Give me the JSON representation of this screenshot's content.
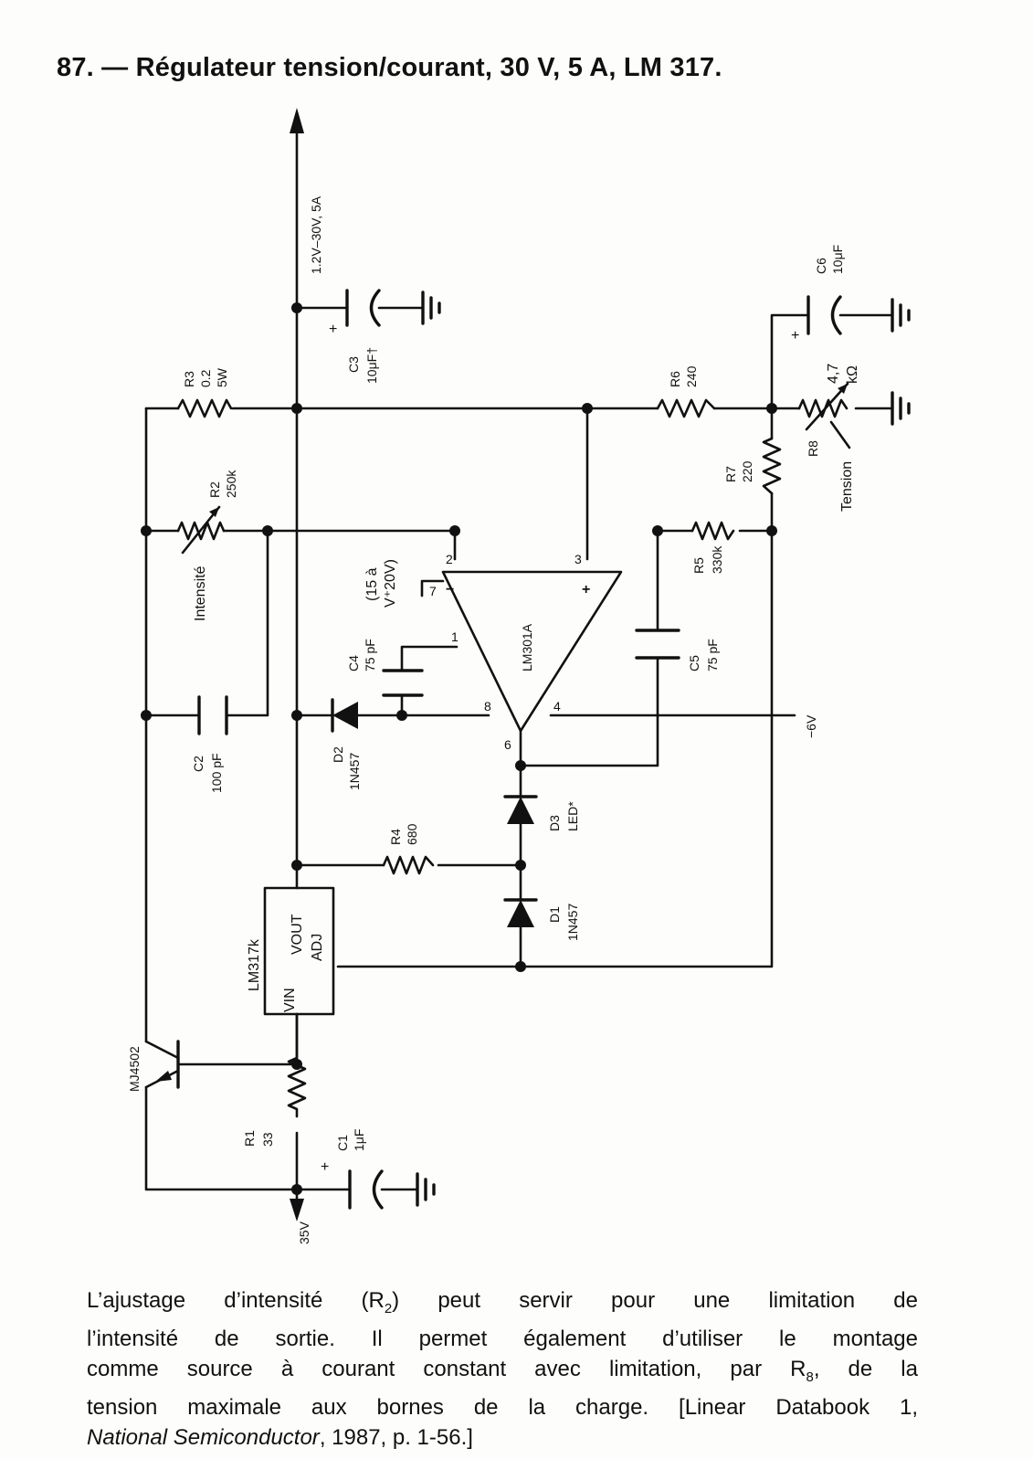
{
  "header": {
    "title": "87. — Régulateur tension/courant, 30 V, 5 A, LM 317."
  },
  "labels": {
    "output": "1.2V–30V, 5A",
    "input": "35V",
    "neg_supply": "−6V",
    "intensite": "Intensité",
    "tension": "Tension",
    "v_plus_a": "(15 à",
    "v_plus_b": "V⁺20V)"
  },
  "components": {
    "R1": {
      "ref": "R1",
      "value": "33"
    },
    "R2": {
      "ref": "R2",
      "value": "250k"
    },
    "R3": {
      "ref": "R3",
      "value": "0.2",
      "value2": "5W"
    },
    "R4": {
      "ref": "R4",
      "value": "680"
    },
    "R5": {
      "ref": "R5",
      "value": "330k"
    },
    "R6": {
      "ref": "R6",
      "value": "240"
    },
    "R7": {
      "ref": "R7",
      "value": "220"
    },
    "R8": {
      "ref": "R8",
      "value": "4,7",
      "value2": "kΩ"
    },
    "C1": {
      "ref": "C1",
      "value": "1μF",
      "pol": "+"
    },
    "C2": {
      "ref": "C2",
      "value": "100 pF"
    },
    "C3": {
      "ref": "C3",
      "value": "10μF†",
      "pol": "+"
    },
    "C4": {
      "ref": "C4",
      "value": "75 pF"
    },
    "C5": {
      "ref": "C5",
      "value": "75 pF"
    },
    "C6": {
      "ref": "C6",
      "value": "10μF",
      "pol": "+"
    },
    "D1": {
      "ref": "D1",
      "value": "1N457"
    },
    "D2": {
      "ref": "D2",
      "value": "1N457"
    },
    "D3": {
      "ref": "D3",
      "value": "LED*"
    },
    "Q1": {
      "value": "MJ4502"
    },
    "U1": {
      "value": "LM317k",
      "vin": "VIN",
      "vout": "VOUT",
      "adj": "ADJ"
    },
    "U2": {
      "value": "LM301A",
      "pins": {
        "p1": "1",
        "p2": "2",
        "p3": "3",
        "p4": "4",
        "p6": "6",
        "p7": "7",
        "p8": "8",
        "minus": "−",
        "plus": "+"
      }
    }
  },
  "caption": {
    "l1a": "L’ajustage d’intensité (R",
    "l1sub": "2",
    "l1b": ") peut servir pour une limitation de",
    "l2": "l’intensité de sortie. Il permet également d’utiliser le montage",
    "l3a": "comme source à courant constant avec limitation, par R",
    "l3sub": "8",
    "l3b": ", de la",
    "l4": "tension maximale aux bornes de la charge. [Linear Databook 1,",
    "l5a": "National Semiconductor",
    "l5b": ", 1987, p. 1-56.]"
  }
}
